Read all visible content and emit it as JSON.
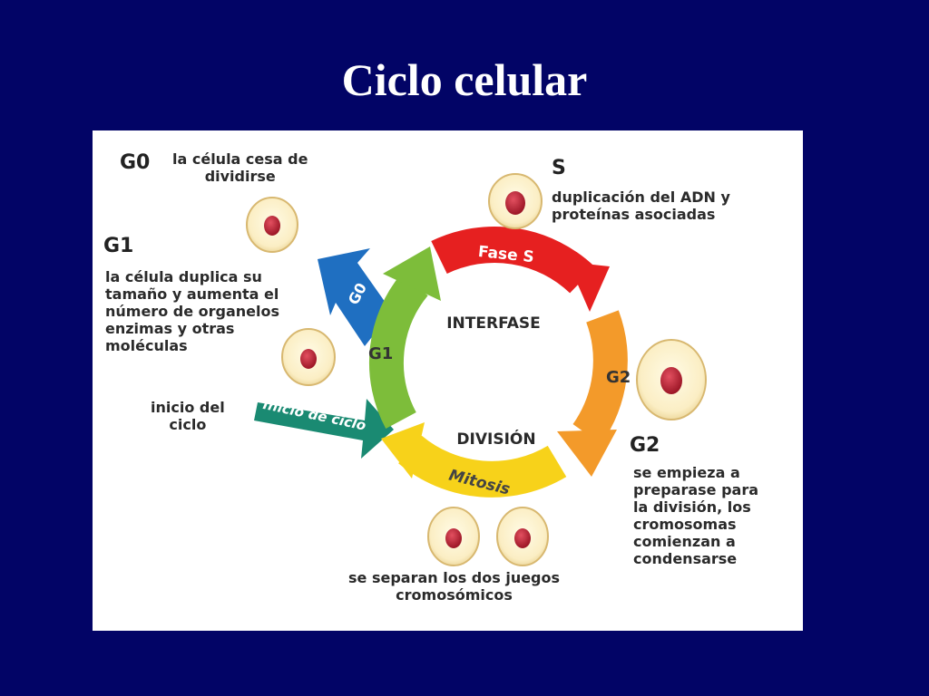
{
  "slide": {
    "title": "Ciclo celular"
  },
  "diagram": {
    "center_top": "INTERFASE",
    "center_bottom": "DIVISIÓN",
    "arrows": {
      "fase_s": "Fase S",
      "g2": "G2",
      "mitosis": "Mitosis",
      "g1": "G1",
      "g0": "G0",
      "inicio": "Inicio de ciclo"
    },
    "phases": {
      "g0": {
        "name": "G0",
        "desc": "la célula cesa de\ndividirse"
      },
      "g1": {
        "name": "G1",
        "desc": "la célula duplica su\ntamaño y aumenta el\nnúmero de organelos\nenzimas y otras\nmoléculas"
      },
      "s": {
        "name": "S",
        "desc": "duplicación del ADN y\nproteínas asociadas"
      },
      "g2": {
        "name": "G2",
        "desc": "se empieza a\npreparase para\nla división, los\ncromosomas\ncomienzan a\ncondensarse"
      },
      "inicio": {
        "desc": "inicio del\nciclo"
      },
      "division": {
        "desc": "se separan los dos juegos\ncromosómicos"
      }
    },
    "colors": {
      "background": "#020466",
      "fase_s": "#e62020",
      "g2": "#f39a2a",
      "mitosis": "#f7d21a",
      "g1": "#7dbd3a",
      "g0": "#1f6fc1",
      "inicio": "#1a8a72",
      "cell": "#fbf0c9",
      "nucleus": "#c0283a"
    }
  }
}
